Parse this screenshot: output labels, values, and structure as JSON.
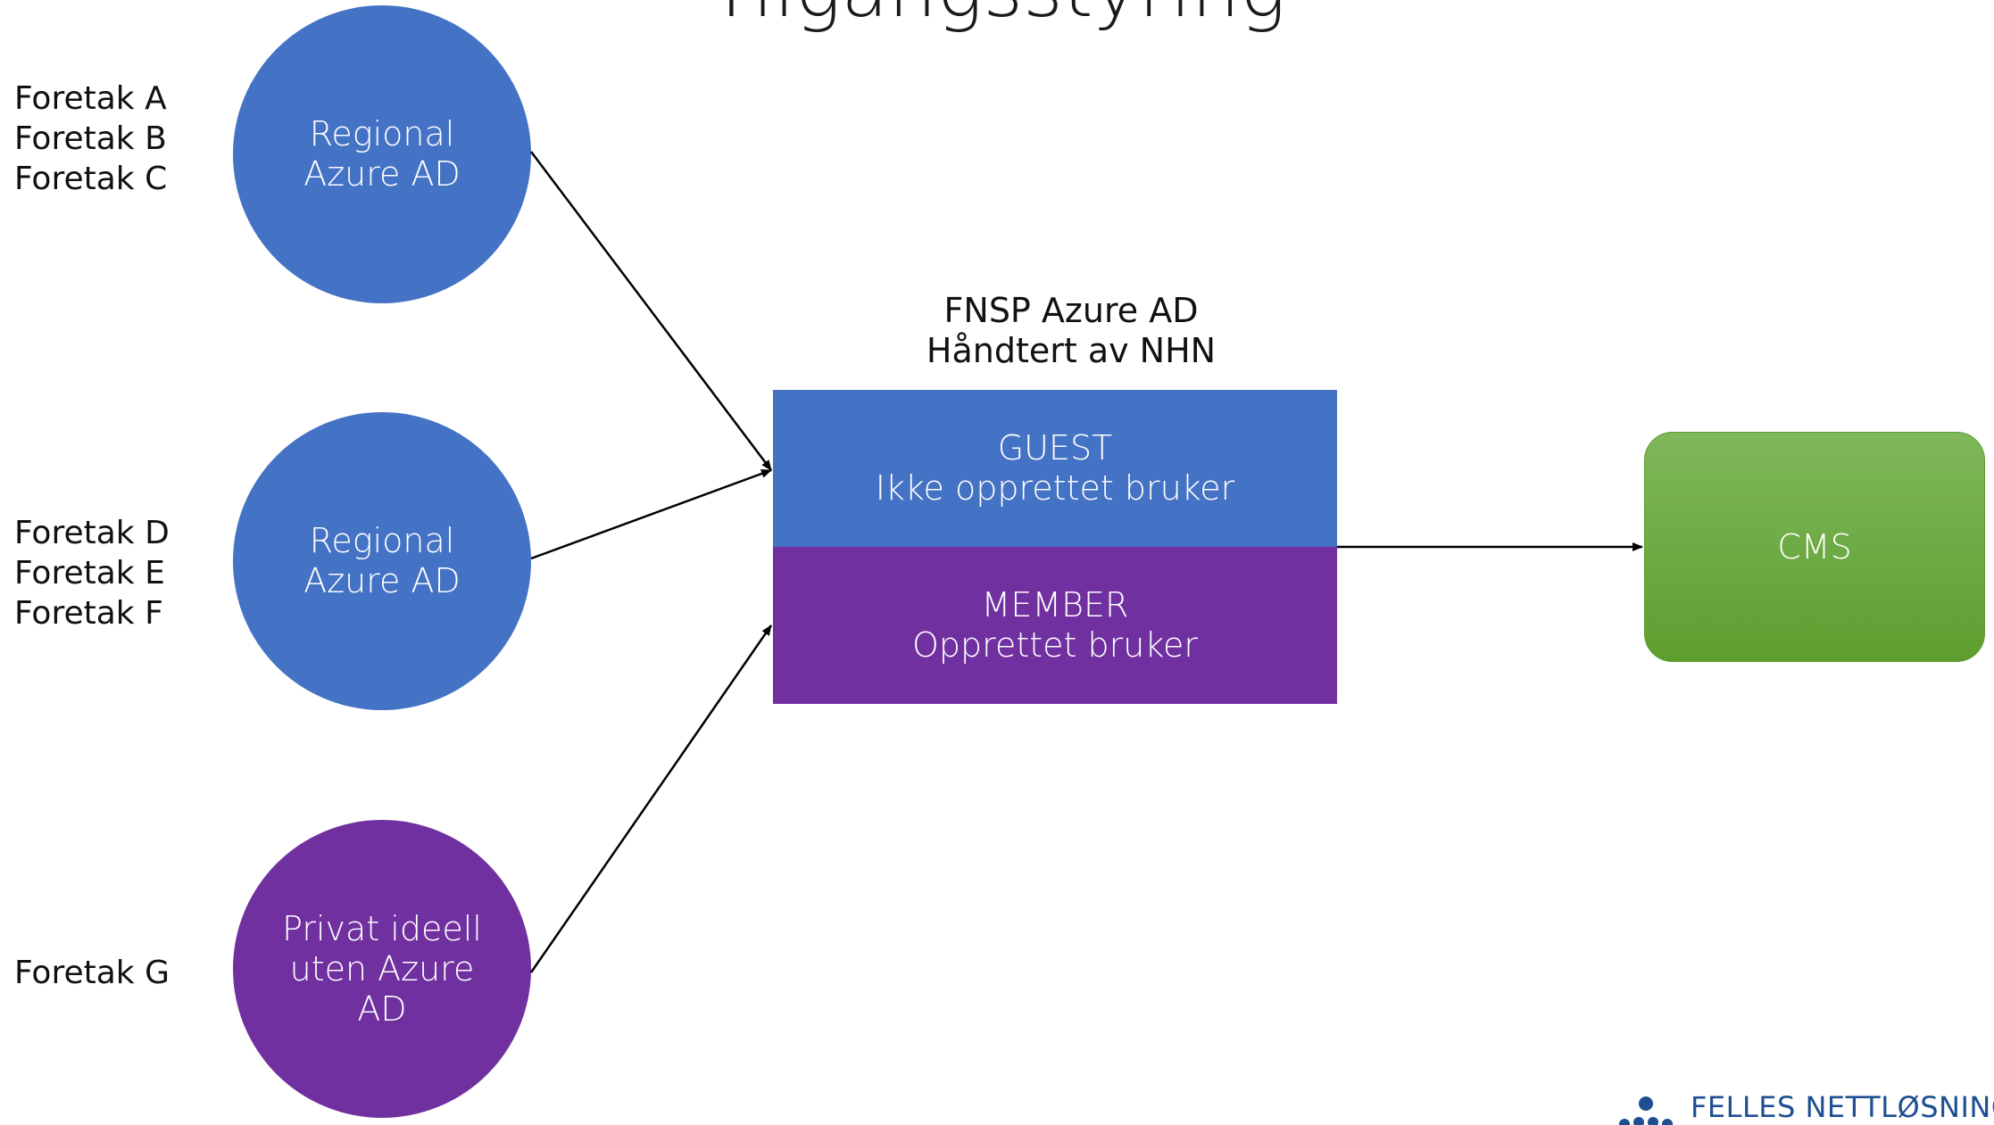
{
  "title": "Tilgangsstyring",
  "org_groups": [
    [
      "Foretak A",
      "Foretak B",
      "Foretak C"
    ],
    [
      "Foretak D",
      "Foretak E",
      "Foretak F"
    ],
    [
      "Foretak G"
    ]
  ],
  "sources": [
    {
      "lines": [
        "Regional",
        "Azure AD"
      ],
      "color": "#4472c4"
    },
    {
      "lines": [
        "Regional",
        "Azure AD"
      ],
      "color": "#4472c4"
    },
    {
      "lines": [
        "Privat ideell",
        "uten Azure",
        "AD"
      ],
      "color": "#7030a0"
    }
  ],
  "fnsp": {
    "label_line1": "FNSP Azure AD",
    "label_line2": "Håndtert av NHN",
    "guest": {
      "line1": "GUEST",
      "line2": "Ikke opprettet bruker",
      "color": "#4472c4"
    },
    "member": {
      "line1": "MEMBER",
      "line2": "Opprettet bruker",
      "color": "#7030a0"
    }
  },
  "target": {
    "label": "CMS",
    "color": "#6aab3b"
  },
  "logo": {
    "text": "FELLES NETTLØSNING",
    "color": "#1d4f91",
    "icon": "dots-logo-icon"
  }
}
